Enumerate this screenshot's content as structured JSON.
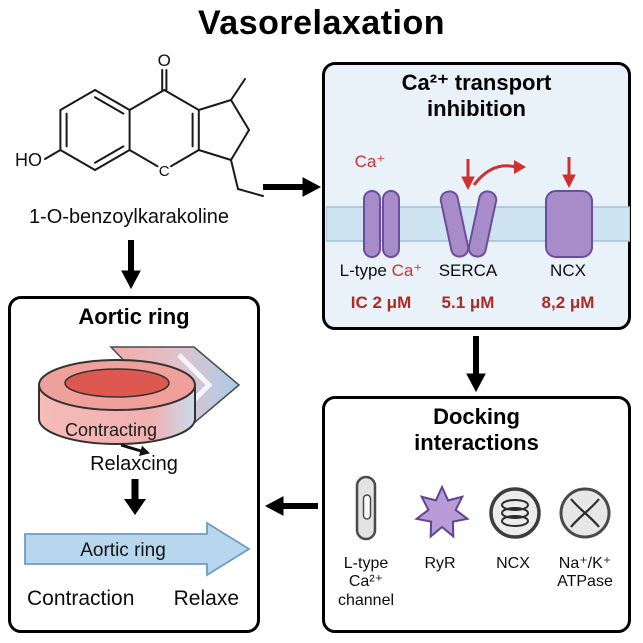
{
  "title": "Vasorelaxation",
  "compound": {
    "name": "1-O-benzoylkarakoline",
    "atoms": {
      "hydroxyl": "HO",
      "ketone_oxygen": "O",
      "carbon": "C"
    }
  },
  "ca_transport_box": {
    "title_line1": "Ca²⁺ transport",
    "title_line2": "inhibition",
    "calcium_label": "Ca⁺",
    "channels": [
      {
        "name": "L-type calcium channel",
        "label_prefix": "L-type ",
        "label_ion": "Ca⁺",
        "ic_value": "IC 2 μM"
      },
      {
        "name": "SERCA",
        "label": "SERCA",
        "ic_value": "5.1 μM"
      },
      {
        "name": "NCX",
        "label": "NCX",
        "ic_value": "8,2 μM"
      }
    ]
  },
  "docking_box": {
    "title_line1": "Docking",
    "title_line2": "interactions",
    "targets": [
      {
        "name": "L-type calcium channel",
        "label_line1": "L-type",
        "label_line2": "Ca²⁺",
        "label_line3": "channel"
      },
      {
        "name": "Ryanodine receptor",
        "label": "RyR"
      },
      {
        "name": "Sodium-calcium exchanger",
        "label": "NCX"
      },
      {
        "name": "Sodium-potassium ATPase",
        "label_line1": "Na⁺/K⁺",
        "label_line2": "ATPase"
      }
    ]
  },
  "aortic_box": {
    "title": "Aortic ring",
    "ring_label": "Contracting",
    "relaxing_label": "Relaxcing",
    "arrow_label": "Aortic ring",
    "bottom_left_label": "Contraction",
    "bottom_right_label": "Relaxe"
  },
  "colors": {
    "red_accent": "#d03030",
    "dark_red_text": "#ab2a2a",
    "channel_purple": "#a78cc9",
    "membrane_blue": "#cfe4f1",
    "ca_box_background": "#e9f2f8",
    "ring_pink": "#f0a09b",
    "ring_hole_red": "#dd5850",
    "arrow_light_blue": "#b7d7ee"
  }
}
